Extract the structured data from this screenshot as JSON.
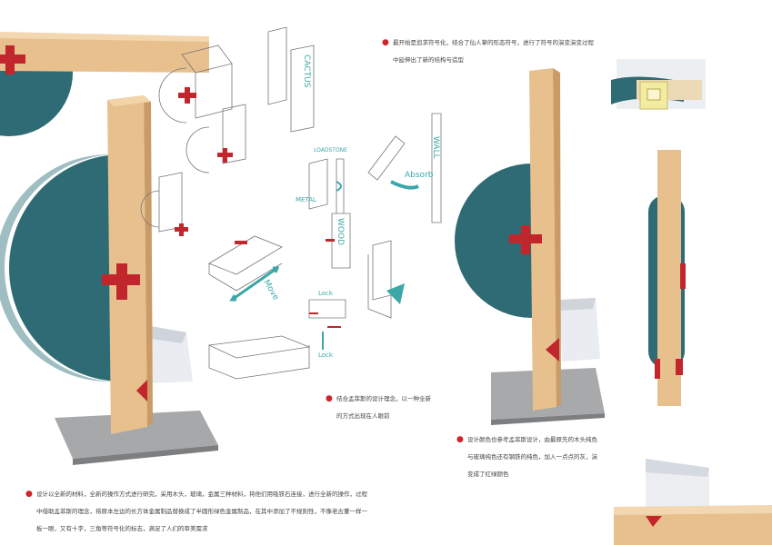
{
  "colors": {
    "teal": "#2f6b74",
    "wood": "#e8c08e",
    "red": "#c2262d",
    "metal": "#a9a9ab",
    "sketch_accent": "#3ba7a8"
  },
  "notes": [
    {
      "lines": [
        "最开始是追求符号化，结合了仙人掌的形态符号，进行了符号的演变演变过程",
        "中延伸出了新的结构与造型"
      ]
    },
    {
      "lines": [
        "结合孟菲斯的设计理念，以一种全新",
        "的方式出现在人眼前"
      ]
    },
    {
      "lines": [
        "设计颜色也参考孟菲斯设计，由最原先的木头纯色",
        "与玻璃纯色还有钢铁的纯色，加入一点点的灰，演",
        "变成了红绿颜色"
      ]
    },
    {
      "lines": [
        "设计以全新的材料，全新的操作方式进行研究，采用木头，玻璃，金属三种材料，将他们用吸铁石连接，进行全新的操作，过程",
        "中借助孟菲斯的理念，将原本左边的长方体金属制品替换成了半圆形绿色金属制品，在其中添加了不规则性，不像老古董一样一",
        "板一眼，又有十字，三角等符号化的标志，满足了人们的审美需求"
      ]
    }
  ],
  "sketch_labels": {
    "cactus": "CACTUS",
    "loadstone": "LOADSTONE",
    "metal": "METAL",
    "wood": "WOOD",
    "absorb": "Absorb",
    "wall": "WALL",
    "move": "Move",
    "lock_top": "Lock",
    "lock_bottom": "Lock"
  }
}
